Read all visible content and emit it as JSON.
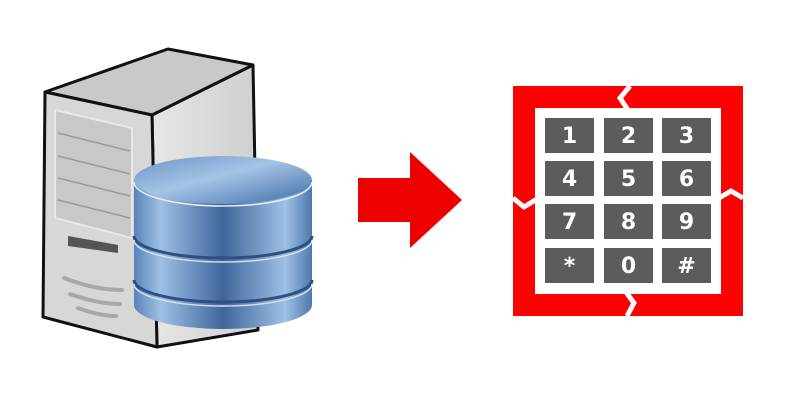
{
  "colors": {
    "arrow": "#ee0000",
    "keypad_frame": "#ff0000",
    "key_fill": "#5c5c5c",
    "db_blue": "#4a78b0",
    "server_gray": "#d8d8d8"
  },
  "keypad": {
    "keys": [
      "1",
      "2",
      "3",
      "4",
      "5",
      "6",
      "7",
      "8",
      "9",
      "*",
      "0",
      "#"
    ]
  },
  "icons": [
    "server-icon",
    "database-icon",
    "arrow-right-icon",
    "keypad-icon"
  ]
}
